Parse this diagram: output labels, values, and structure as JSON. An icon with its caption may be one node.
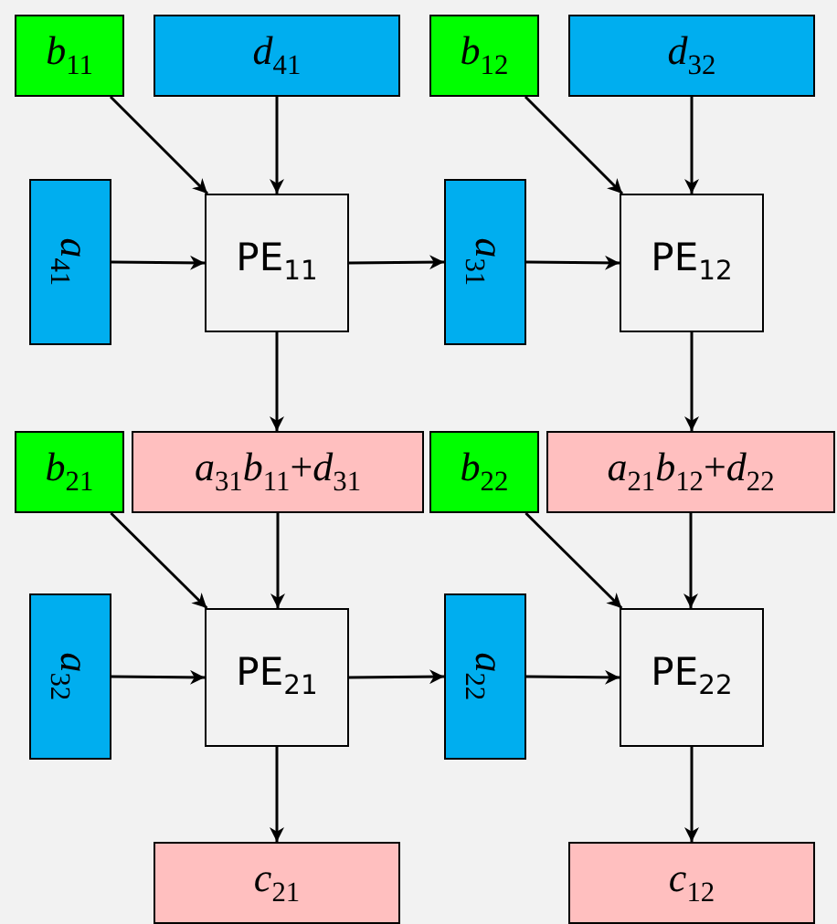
{
  "diagram": {
    "nodes": [
      {
        "text": [
          "*b*$_{11}$"
        ]
      },
      {
        "text": [
          "*d*$_{41}$"
        ]
      },
      {
        "text": [
          "*b*$_{12}$"
        ]
      },
      {
        "text": [
          "*d*$_{32}$"
        ]
      },
      {
        "text": [
          "*a*$_{41}$"
        ]
      },
      {
        "text": [
          "PE$_{11}$"
        ]
      },
      {
        "text": [
          "*a*$_{31}$"
        ]
      },
      {
        "text": [
          "PE$_{12}$"
        ]
      },
      {
        "text": [
          "*b*$_{21}$"
        ]
      },
      {
        "text": [
          "*a*$_{31}$*b*$_{11}$+*d*$_{31}$"
        ]
      },
      {
        "text": [
          "*b*$_{22}$"
        ]
      },
      {
        "text": [
          "*a*$_{21}$*b*$_{12}$+*d*$_{22}$"
        ]
      },
      {
        "text": [
          "*a*$_{32}$"
        ]
      },
      {
        "text": [
          "PE$_{21}$"
        ]
      },
      {
        "text": [
          "*a*$_{22}$"
        ]
      },
      {
        "text": [
          "PE$_{22}$"
        ]
      },
      {
        "text": [
          "*c*$_{21}$"
        ]
      },
      {
        "text": [
          "*c*$_{12}$"
        ]
      }
    ],
    "edges": [
      {
        "from": 0,
        "to": 5,
        "arrow": "to"
      },
      {
        "from": 1,
        "to": 5,
        "arrow": "to"
      },
      {
        "from": 4,
        "to": 5,
        "arrow": "to"
      },
      {
        "from": 5,
        "to": 6,
        "arrow": "to"
      },
      {
        "from": 2,
        "to": 7,
        "arrow": "to"
      },
      {
        "from": 3,
        "to": 7,
        "arrow": "to"
      },
      {
        "from": 6,
        "to": 7,
        "arrow": "to"
      },
      {
        "from": 5,
        "to": 9,
        "arrow": "to"
      },
      {
        "from": 7,
        "to": 11,
        "arrow": "to"
      },
      {
        "from": 8,
        "to": 13,
        "arrow": "to"
      },
      {
        "from": 9,
        "to": 13,
        "arrow": "to"
      },
      {
        "from": 12,
        "to": 13,
        "arrow": "to"
      },
      {
        "from": 13,
        "to": 14,
        "arrow": "to"
      },
      {
        "from": 10,
        "to": 15,
        "arrow": "to"
      },
      {
        "from": 11,
        "to": 15,
        "arrow": "to"
      },
      {
        "from": 14,
        "to": 15,
        "arrow": "to"
      },
      {
        "from": 13,
        "to": 16,
        "arrow": "to"
      },
      {
        "from": 15,
        "to": 17,
        "arrow": "to"
      }
    ]
  }
}
